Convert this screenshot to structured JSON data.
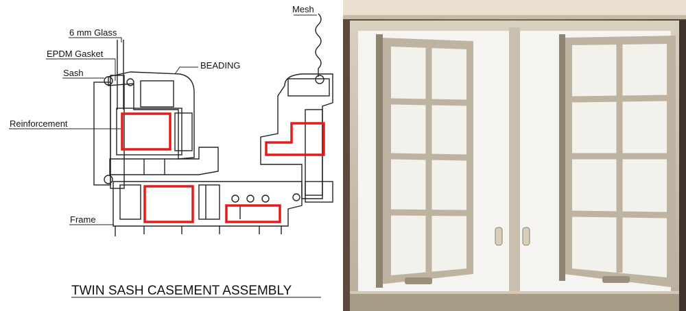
{
  "diagram": {
    "labels": {
      "mesh": "Mesh",
      "glass": "6 mm Glass",
      "gasket": "EPDM Gasket",
      "beading": "BEADING",
      "sash": "Sash",
      "reinforcement": "Reinforcement",
      "frame": "Frame"
    },
    "title": "TWIN SASH CASEMENT ASSEMBLY",
    "colors": {
      "reinforcement": "#e21b1b",
      "outline": "#222222"
    }
  },
  "photo": {
    "colors": {
      "wall": "#6b5a4e",
      "frame": "#cfc6b5",
      "glass": "#f4f2ee",
      "trim": "#e6dccb"
    }
  }
}
